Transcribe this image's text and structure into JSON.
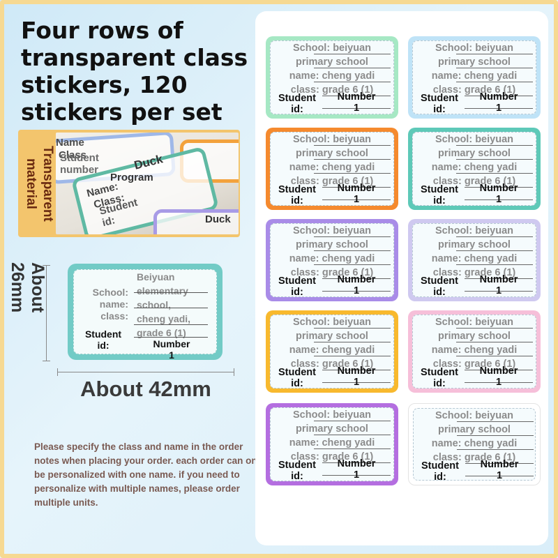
{
  "headline": "Four rows of\ntransparent class\nstickers, 120\nstickers per set",
  "photo": {
    "tab_label": "Transparent\nmaterial",
    "texts": [
      "Name",
      "Class",
      "Student\nnumber",
      "Duck",
      "Program",
      "Name:",
      "Class:",
      "Student\nid:",
      "Duck"
    ]
  },
  "dimensions": {
    "height_label": "About 26mm",
    "width_label": "About 42mm"
  },
  "sample_sticker": {
    "labels": "School:\nname:\nclass:",
    "values": "Beiyuan\nelementary\nschool,\ncheng yadi,\ngrade 6 (1)",
    "student_label": "Student\nid:",
    "number_label": "Number\n1",
    "color": "#72cbc6"
  },
  "note": "Please specify the class and name in the order notes when placing your order. each order can only be personalized with one name. if you need to personalize with multiple names, please order multiple units.",
  "sticker_text": {
    "school": "School: beiyuan",
    "school2": "primary school",
    "name": "name: cheng yadi",
    "class": "class: grade 6 (1)",
    "student_label": "Student\nid:",
    "number_label": "Number\n1"
  },
  "stickers": [
    {
      "color": "#a6e8c4"
    },
    {
      "color": "#bfe3f7"
    },
    {
      "color": "#f58a2e"
    },
    {
      "color": "#5ec9b8"
    },
    {
      "color": "#a98ce8"
    },
    {
      "color": "#cfc9f0"
    },
    {
      "color": "#f8b92e"
    },
    {
      "color": "#f6bfd9"
    },
    {
      "color": "#b46ee0"
    },
    {
      "color": "#ffffff"
    }
  ]
}
